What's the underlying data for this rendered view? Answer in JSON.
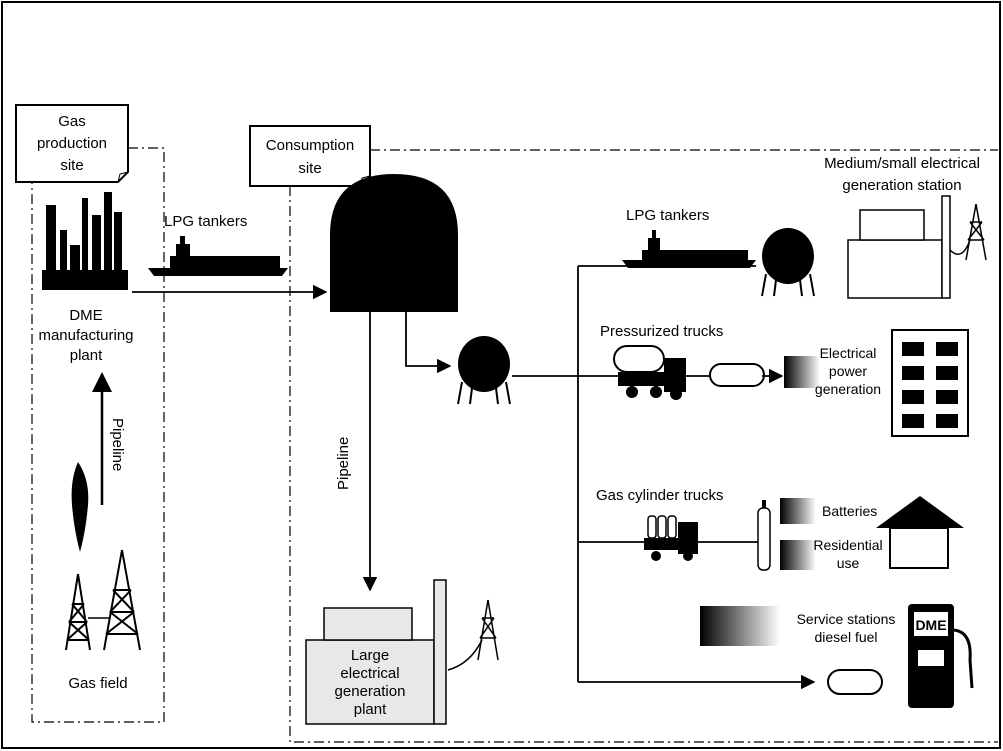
{
  "labels": {
    "gas_production_site": [
      "Gas",
      "production",
      "site"
    ],
    "consumption_site": [
      "Consumption",
      "site"
    ],
    "lpg_tankers_left": "LPG tankers",
    "lpg_tankers_right": "LPG tankers",
    "dme_plant": [
      "DME",
      "manufacturing",
      "plant"
    ],
    "pipeline_left": "Pipeline",
    "pipeline_center": "Pipeline",
    "gas_field": "Gas field",
    "medium_station": [
      "Medium/small electrical",
      "generation station"
    ],
    "pressurized_trucks": "Pressurized trucks",
    "electrical_power": [
      "Electrical",
      "power",
      "generation"
    ],
    "gas_cylinder_trucks": "Gas cylinder trucks",
    "batteries": "Batteries",
    "residential": [
      "Residential",
      "use"
    ],
    "service_stations": [
      "Service stations",
      "diesel fuel"
    ],
    "large_plant": [
      "Large",
      "electrical",
      "generation",
      "plant"
    ],
    "dme_logo": "DME"
  }
}
